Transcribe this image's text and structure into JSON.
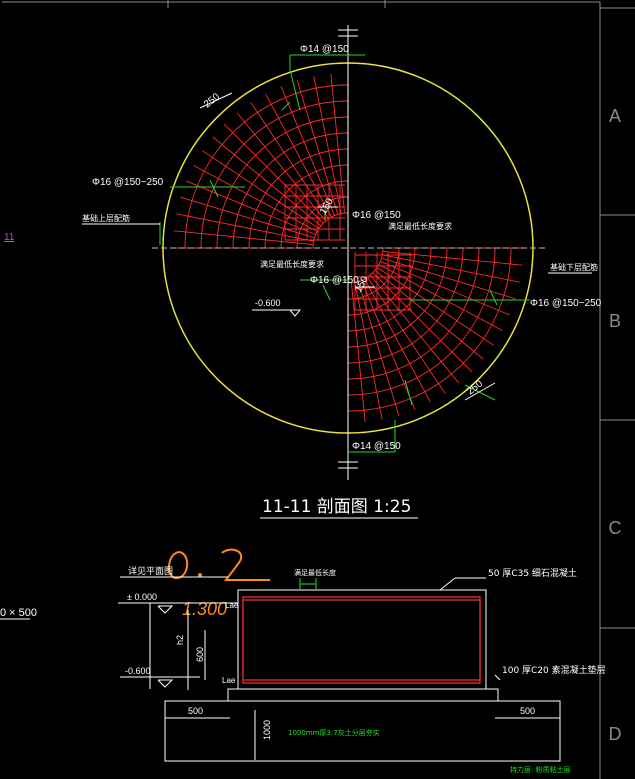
{
  "grid_labels": [
    "A",
    "B",
    "C",
    "D"
  ],
  "left_edge_labels": {
    "section_ref": "11",
    "dimension": "0 × 500"
  },
  "plan": {
    "bars_top": "Φ14 @150",
    "bars_left": "Φ16 @150~250",
    "bars_bottom": "Φ14 @150",
    "bars_right": "Φ16 @150~250",
    "bars_center": "Φ16 @150",
    "bars_center2": "Φ16 @150",
    "dim_250_a": "250",
    "dim_250_b": "250",
    "dim_150_a": "150",
    "dim_150_b": "150",
    "note_top_left": "基础上层配筋",
    "note_anchor_1": "满足最低长度要求",
    "note_anchor_2": "满足最低长度要求",
    "note_bottom_right": "基础下层配筋",
    "level": "-0.600"
  },
  "title": "11-11   剖面图    1:25",
  "section": {
    "handwriting_1": "0.2",
    "handwriting_2": "1.300",
    "see_plan": "详见平面图",
    "level_0": "± 0.000",
    "level_neg": "-0.600",
    "dim_h2": "h2",
    "dim_600": "600",
    "label_lae_top": "Lae",
    "label_lae_bot": "Lae",
    "anchor_note": "满足最低长度",
    "top_layer": "50  厚C35  细石混凝土",
    "base_layer": "100  厚C20  素混凝土垫层",
    "dim_500_left": "500",
    "dim_500_right": "500",
    "dim_1000": "1000",
    "fill_note": "1000mm厚3:7灰土分层夯实",
    "bottom_note": "持力层: 粉质粘土层"
  },
  "colors": {
    "bg": "#000000",
    "line": "#ffffff",
    "circle": "#e8e33a",
    "rebar": "#ff2a2a",
    "green": "#22dd22",
    "hand": "#ff8a1a",
    "grid": "#7f7f7f"
  }
}
